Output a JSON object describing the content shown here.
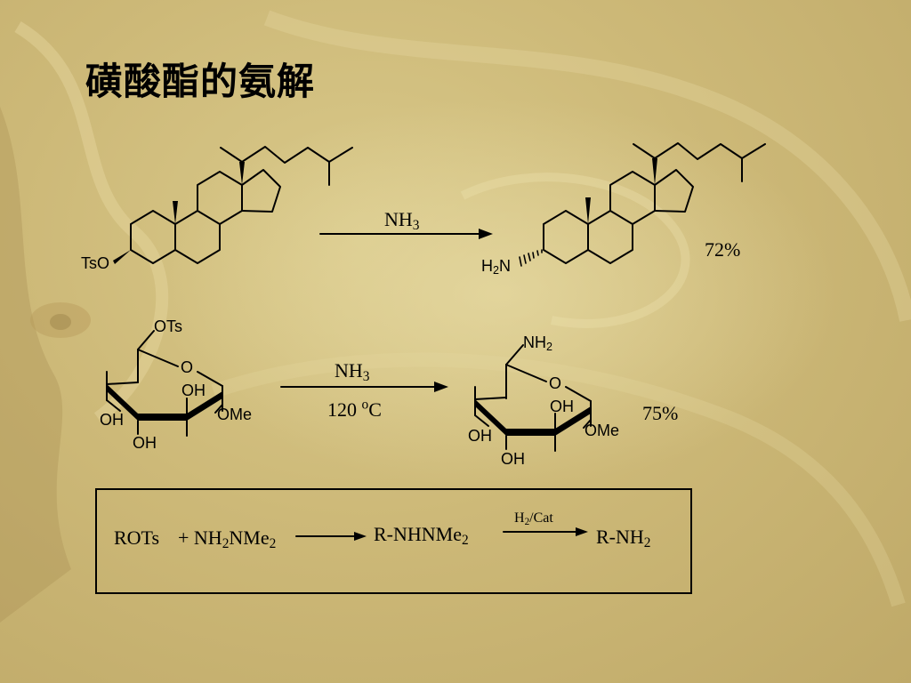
{
  "slide": {
    "title": "磺酸酯的氨解"
  },
  "reaction1": {
    "leaving_group": "TsO",
    "reagent_main": "NH",
    "reagent_sub": "3",
    "product_amine_main": "H",
    "product_amine_sub": "2",
    "product_amine_tail": "N",
    "yield": "72%"
  },
  "reaction2": {
    "sm_top_group": "OTs",
    "ring_o": "O",
    "oh_axial": "OH",
    "oh_left": "OH",
    "oh_bottom": "OH",
    "ome": "OMe",
    "reagent_main": "NH",
    "reagent_sub": "3",
    "conditions_main": "120 ",
    "conditions_sup": "o",
    "conditions_tail": "C",
    "product_top_main": "NH",
    "product_top_sub": "2",
    "yield": "75%"
  },
  "equation": {
    "reactant1": "ROTs",
    "plus": "+ NH",
    "plus_sub": "2",
    "plus_tail": "NMe",
    "plus_sub2": "2",
    "intermediate_main": "R-NHNMe",
    "intermediate_sub": "2",
    "reagent_main": "H",
    "reagent_sub": "2",
    "reagent_tail": "/Cat",
    "product_main": "R-NH",
    "product_sub": "2"
  }
}
